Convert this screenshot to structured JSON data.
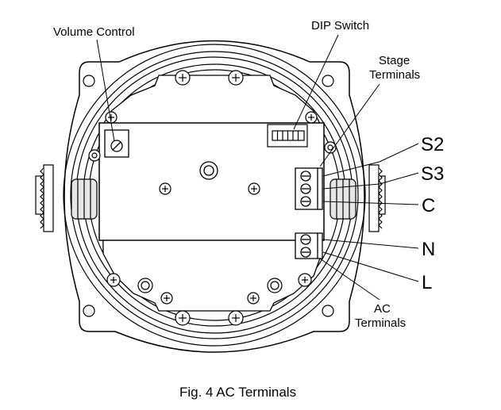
{
  "labels": {
    "volume_control": "Volume Control",
    "dip_switch": "DIP Switch",
    "stage_terminals_line1": "Stage",
    "stage_terminals_line2": "Terminals",
    "ac_terminals_line1": "AC",
    "ac_terminals_line2": "Terminals"
  },
  "terminals": [
    "S2",
    "S3",
    "C",
    "N",
    "L"
  ],
  "caption": "Fig. 4 AC Terminals",
  "colors": {
    "ink": "#000000",
    "background": "#ffffff",
    "fill_gray": "#e6e6e6"
  }
}
